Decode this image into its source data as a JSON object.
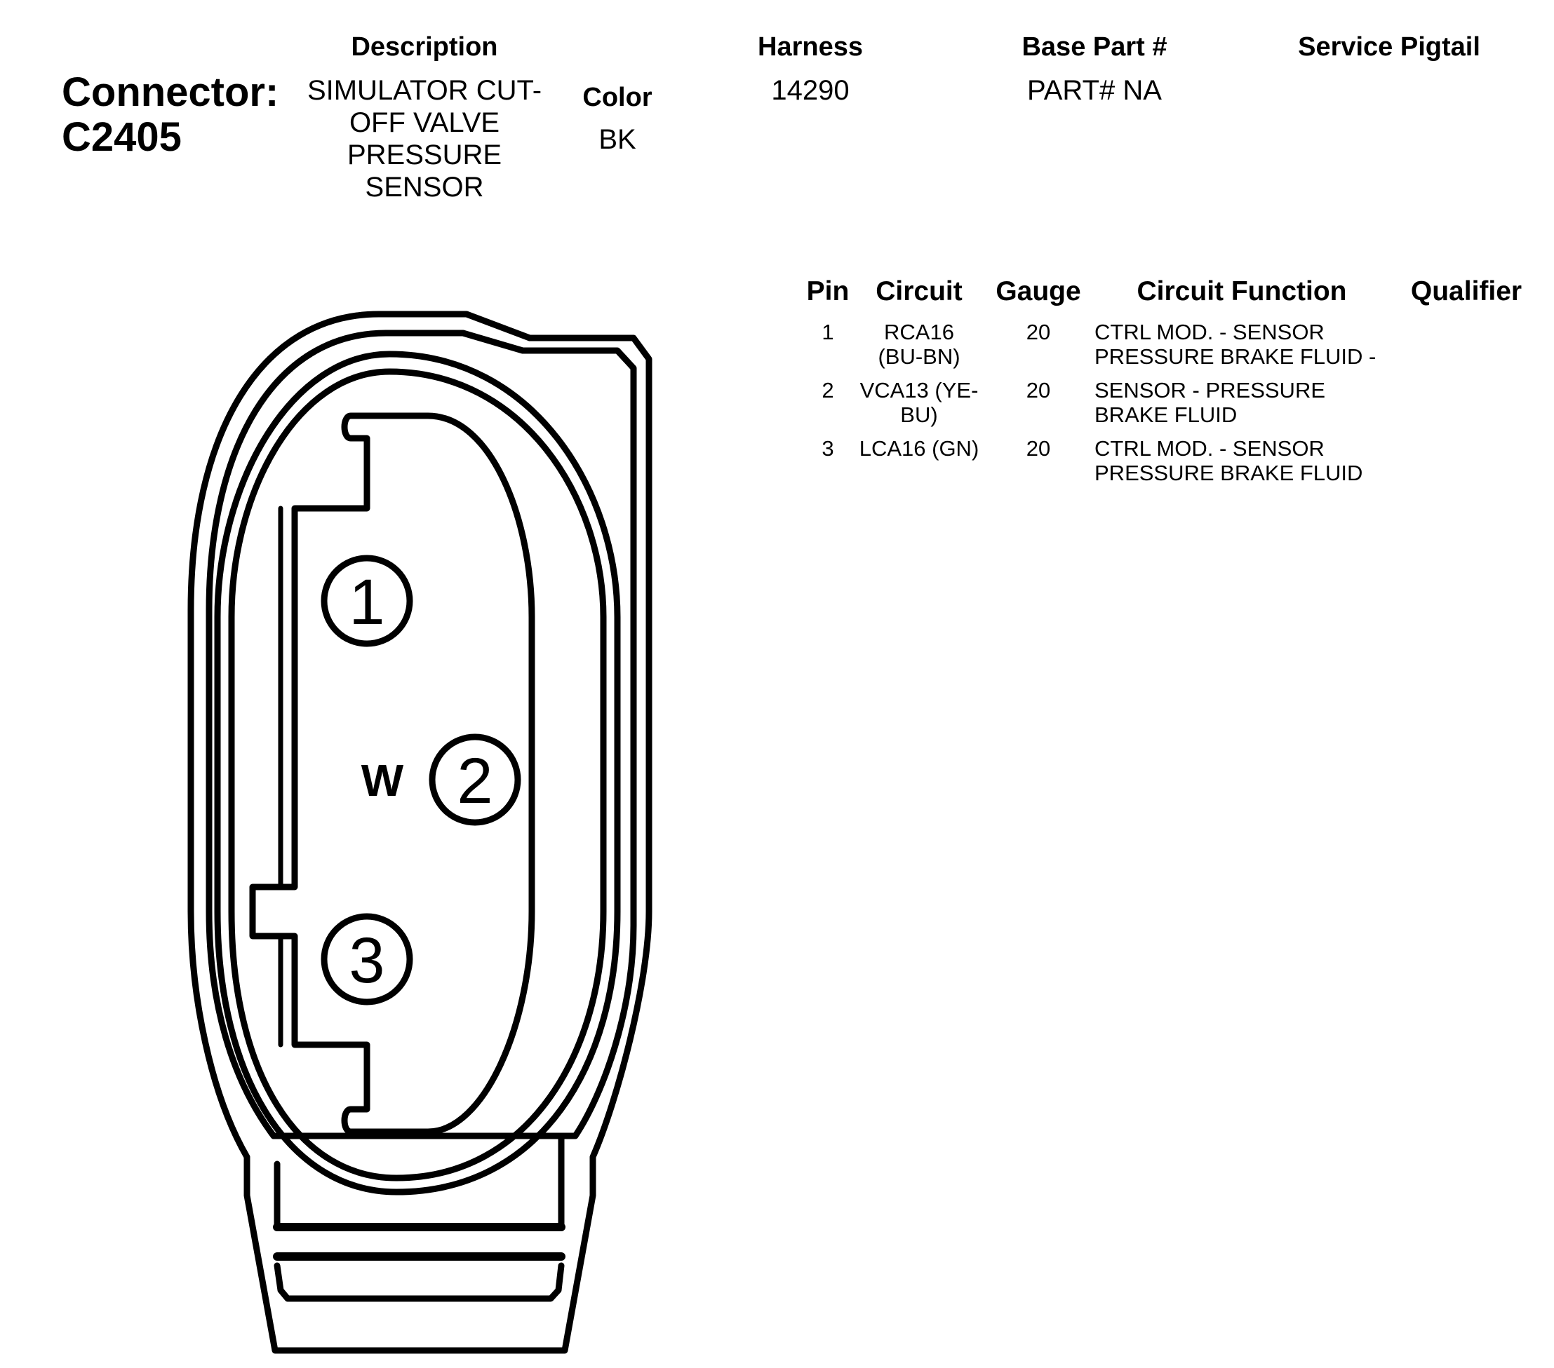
{
  "connector": {
    "label": "Connector:",
    "id": "C2405"
  },
  "header": {
    "description_label": "Description",
    "description_value": "SIMULATOR CUT-OFF VALVE PRESSURE SENSOR",
    "color_label": "Color",
    "color_value": "BK",
    "harness_label": "Harness",
    "harness_value": "14290",
    "base_part_label": "Base Part #",
    "base_part_value": "PART# NA",
    "service_pigtail_label": "Service Pigtail"
  },
  "pin_table": {
    "columns": [
      "Pin",
      "Circuit",
      "Gauge",
      "Circuit Function",
      "Qualifier"
    ],
    "rows": [
      {
        "pin": "1",
        "circuit": "RCA16 (BU-BN)",
        "gauge": "20",
        "function": "CTRL MOD. - SENSOR PRESSURE BRAKE FLUID -",
        "qualifier": ""
      },
      {
        "pin": "2",
        "circuit": "VCA13 (YE-BU)",
        "gauge": "20",
        "function": "SENSOR - PRESSURE BRAKE FLUID",
        "qualifier": ""
      },
      {
        "pin": "3",
        "circuit": "LCA16 (GN)",
        "gauge": "20",
        "function": "CTRL MOD. - SENSOR PRESSURE BRAKE FLUID",
        "qualifier": ""
      }
    ]
  },
  "diagram": {
    "pin_labels": [
      "1",
      "2",
      "3"
    ],
    "keying_mark": "W"
  }
}
